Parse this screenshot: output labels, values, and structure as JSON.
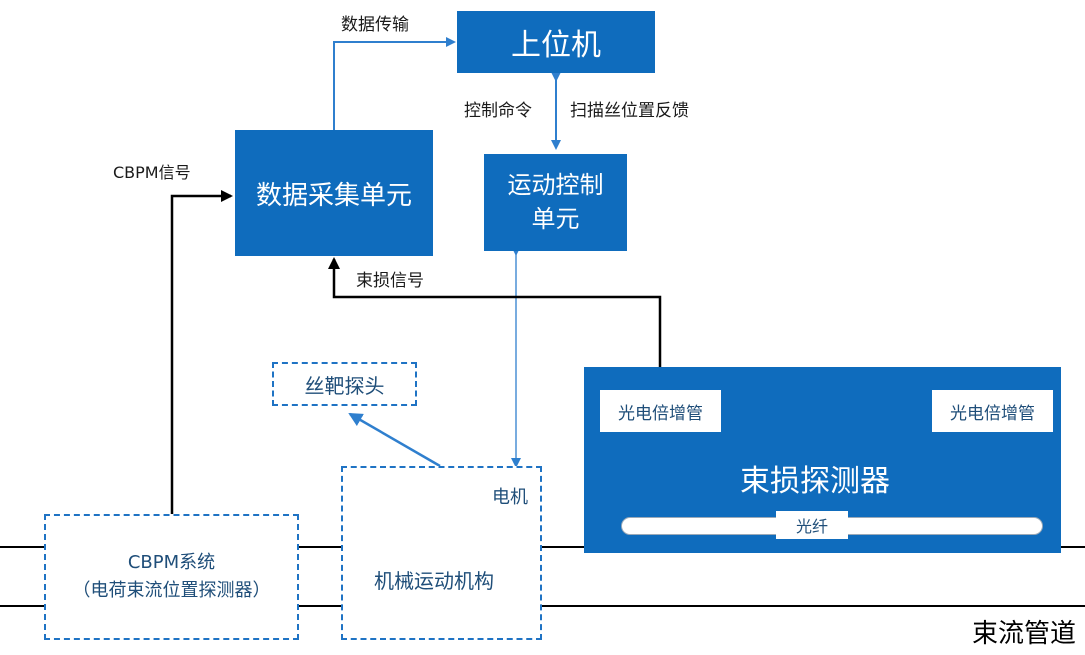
{
  "nodes": {
    "host": "上位机",
    "daq": "数据采集单元",
    "motion_ctrl": "运动控制\n单元",
    "wire_probe": "丝靶探头",
    "cbpm_system": "CBPM系统\n（电荷束流位置探测器）",
    "mechanism_motor": "电机",
    "mechanism": "机械运动机构",
    "loss_detector": "束损探测器",
    "pmt_left": "光电倍增管",
    "pmt_right": "光电倍增管",
    "fiber": "光纤"
  },
  "edge_labels": {
    "data_transfer": "数据传输",
    "control_cmd": "控制命令",
    "wire_feedback": "扫描丝位置反馈",
    "cbpm_signal": "CBPM信号",
    "loss_signal": "束损信号"
  },
  "pipe_label": "束流管道",
  "colors": {
    "box_blue": "#0f6cbd",
    "dashed_blue": "#1f73c4",
    "line_black": "#000000",
    "arrow_blue": "#2f7fce"
  }
}
